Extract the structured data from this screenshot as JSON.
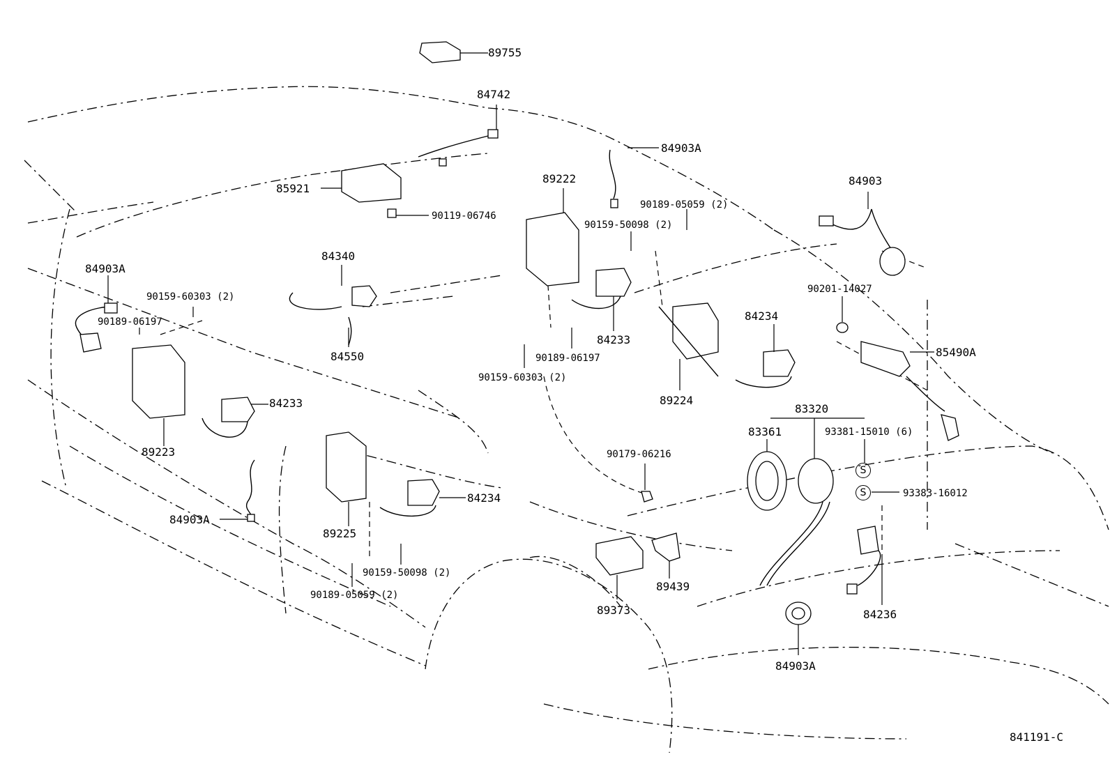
{
  "diagram": {
    "labels": {
      "p89755": "89755",
      "p84742": "84742",
      "p84903A_top": "84903A",
      "p85921": "85921",
      "p90119_06746": "90119-06746",
      "p89222": "89222",
      "p90189_05059_top": "90189-05059 (2)",
      "p90159_50098_top": "90159-50098 (2)",
      "p84903": "84903",
      "p84340": "84340",
      "p84903A_left": "84903A",
      "p90159_60303_left": "90159-60303 (2)",
      "p90189_06197_left": "90189-06197",
      "p84550": "84550",
      "p84233_mid": "84233",
      "p90201_14027": "90201-14027",
      "p84234_right": "84234",
      "p85490A": "85490A",
      "p90189_06197_mid": "90189-06197",
      "p90159_60303_mid": "90159-60303 (2)",
      "p89224": "89224",
      "p84233_left": "84233",
      "p83320": "83320",
      "p83361": "83361",
      "p93381_15010": "93381-15010 (6)",
      "p89223": "89223",
      "p90179_06216": "90179-06216",
      "p93383_16012": "93383-16012",
      "p84234_mid": "84234",
      "p84903A_bottom": "84903A",
      "p89225": "89225",
      "p90159_50098_bottom": "90159-50098 (2)",
      "p90189_05059_bottom": "90189-05059 (2)",
      "p89439": "89439",
      "p89373": "89373",
      "p84236": "84236",
      "p84903A_rear": "84903A",
      "ref": "841191-C",
      "s_mark": "S"
    }
  }
}
